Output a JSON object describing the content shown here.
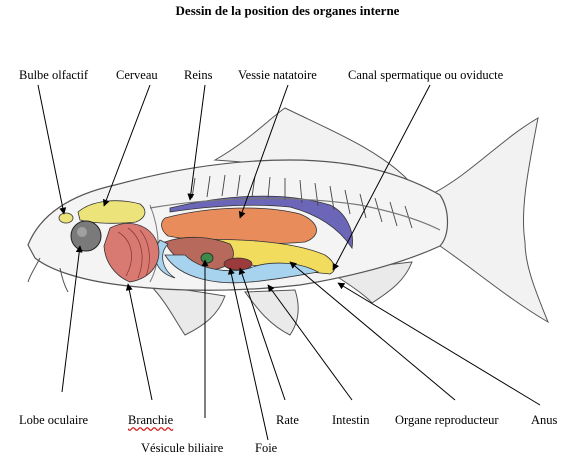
{
  "title": "Dessin de la position des organes interne",
  "labels": {
    "bulbe": "Bulbe olfactif",
    "cerveau": "Cerveau",
    "reins": "Reins",
    "vessie": "Vessie natatoire",
    "canal": "Canal spermatique ou oviducte",
    "lobe": "Lobe oculaire",
    "branchie": "Branchie",
    "vesicule": "Vésicule biliaire",
    "foie": "Foie",
    "rate": "Rate",
    "intestin": "Intestin",
    "organe": "Organe reproducteur",
    "anus": "Anus"
  },
  "colors": {
    "outline": "#555555",
    "body_fill": "#f2f2f2",
    "kidney": "#6c66b8",
    "swim_bladder": "#e88c5c",
    "gonad": "#f2dc5e",
    "liver": "#b76a5c",
    "intestine": "#a7d3ef",
    "gill": "#d97a72",
    "brain": "#ece37a",
    "eye": "#7a7a7a",
    "gall_bladder": "#3f8a4a"
  }
}
